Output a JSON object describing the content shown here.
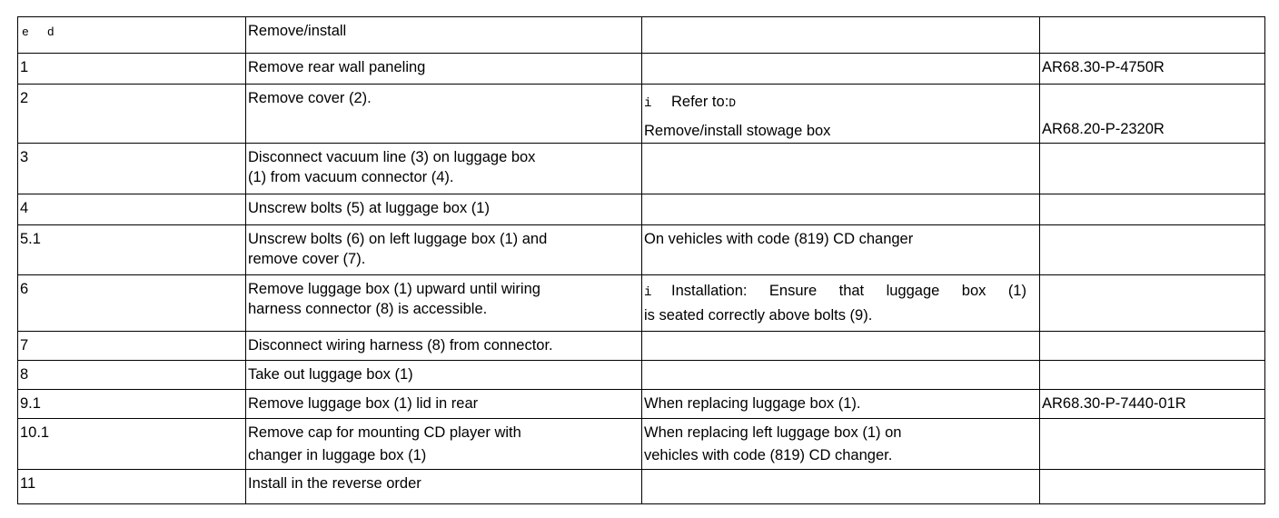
{
  "header": {
    "col1_a": "e",
    "col1_b": "d",
    "col2": "Remove/install",
    "col3": "",
    "col4": ""
  },
  "rows": [
    {
      "step": "1",
      "action": "Remove rear wall paneling",
      "note": "",
      "ref": "AR68.30-P-4750R"
    },
    {
      "step": "2",
      "action": "Remove cover (2).",
      "note_icon": "i",
      "note_refer": "Refer to:",
      "note_refer_tail": "D",
      "note_link": "Remove/install stowage box",
      "ref": "AR68.20-P-2320R"
    },
    {
      "step": "3",
      "action_l1": "Disconnect vacuum line (3) on luggage box",
      "action_l2": "(1) from vacuum connector (4).",
      "note": "",
      "ref": ""
    },
    {
      "step": "4",
      "action": "Unscrew bolts (5) at luggage box (1)",
      "note": "",
      "ref": ""
    },
    {
      "step": "5.1",
      "action_l1": "Unscrew bolts (6) on left luggage box (1) and",
      "action_l2": "remove cover (7).",
      "note": "On vehicles with code (819) CD changer",
      "ref": ""
    },
    {
      "step": "6",
      "action_l1": "Remove luggage box (1) upward until wiring",
      "action_l2": "harness connector (8) is accessible.",
      "note_icon": "i",
      "note_w1": "Installation:",
      "note_w2": "Ensure",
      "note_w3": "that",
      "note_w4": "luggage",
      "note_w5": "box",
      "note_w6": "(1)",
      "note_l2": "is seated correctly above bolts (9).",
      "ref": ""
    },
    {
      "step": "7",
      "action": "Disconnect wiring harness (8) from connector.",
      "note": "",
      "ref": ""
    },
    {
      "step": "8",
      "action": "Take out luggage box (1)",
      "note": "",
      "ref": ""
    },
    {
      "step": "9.1",
      "action": "Remove luggage box (1) lid in rear",
      "note": "When replacing luggage box (1).",
      "ref": "AR68.30-P-7440-01R"
    },
    {
      "step": "10.1",
      "action_l1": "Remove cap for mounting CD player with",
      "action_l2": "changer in luggage box (1)",
      "note_l1": "When replacing left luggage box (1) on",
      "note_l2": "vehicles with code (819) CD changer.",
      "ref": ""
    },
    {
      "step": "11",
      "action": "Install in the reverse order",
      "note": "",
      "ref": ""
    }
  ]
}
